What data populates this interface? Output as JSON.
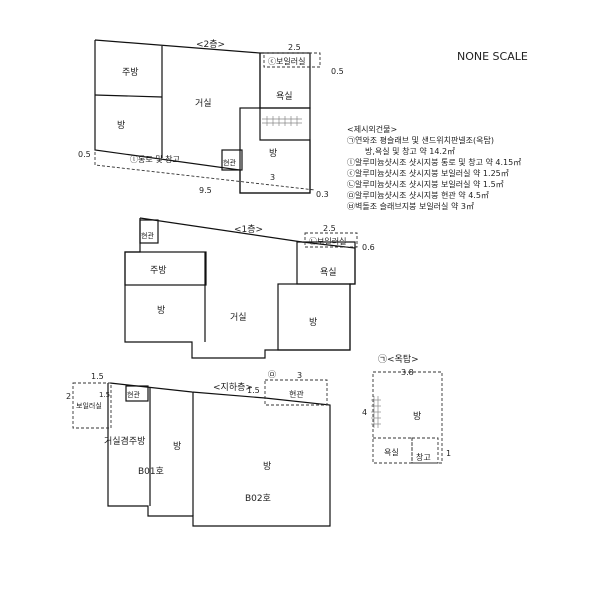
{
  "scale_note": "NONE SCALE",
  "floor2": {
    "title": "<2층>",
    "rooms": {
      "kitchen": "주방",
      "living": "거실",
      "bath": "욕실",
      "room_left": "방",
      "room_right": "방",
      "entrance": "현관"
    },
    "boiler": "ⓒ보일러실",
    "passage": "ⓛ통로 및 창고",
    "dims": {
      "top": "2.5",
      "right_top": "0.5",
      "left": "0.5",
      "bottom": "9.5",
      "inner": "3",
      "right_bottom": "0.3"
    }
  },
  "notes": {
    "title": "<제시외건물>",
    "lines": [
      "㉠연와조 평슬래브 및 샌드위치판넬조(옥탑)",
      "방,욕실 및 창고 약 14.2㎡",
      "ⓛ알루미늄샷시조 샷시지붕 통로 및 창고 약 4.15㎡",
      "ⓒ알루미늄샷시조 샷시지붕 보일러실 약 1.25㎡",
      "㉡알루미늄샷시조 샷시지붕 보일러실 약 1.5㎡",
      "㉤알루미늄샷시조 샷시지붕 현관 약 4.5㎡",
      "㉥벽돌조 슬래브지붕 보일러실 약 3㎡"
    ]
  },
  "floor1": {
    "title": "<1층>",
    "rooms": {
      "entrance": "현관",
      "kitchen": "주방",
      "living": "거실",
      "bath": "욕실",
      "room_left": "방",
      "room_right": "방"
    },
    "boiler": "㉡보일러실",
    "dims": {
      "top": "2.5",
      "right": "0.6"
    }
  },
  "basement": {
    "title": "<지하층>",
    "rooms": {
      "boiler": "보일러실",
      "entrance_small": "현관",
      "living_kitchen": "거실겸주방",
      "room_mid": "방",
      "room_big": "방",
      "entrance_big": "현관"
    },
    "units": {
      "b01": "B01호",
      "b02": "B02호"
    },
    "marker": "㉤",
    "dims": {
      "top_left": "1.5",
      "left": "2",
      "mid": "1.5",
      "top_right": "3"
    }
  },
  "rooftop": {
    "title": "㉠<옥탑>",
    "rooms": {
      "room": "방",
      "bath": "욕실",
      "storage": "창고"
    },
    "dims": {
      "top": "3.8",
      "left": "4",
      "right": "1"
    }
  }
}
